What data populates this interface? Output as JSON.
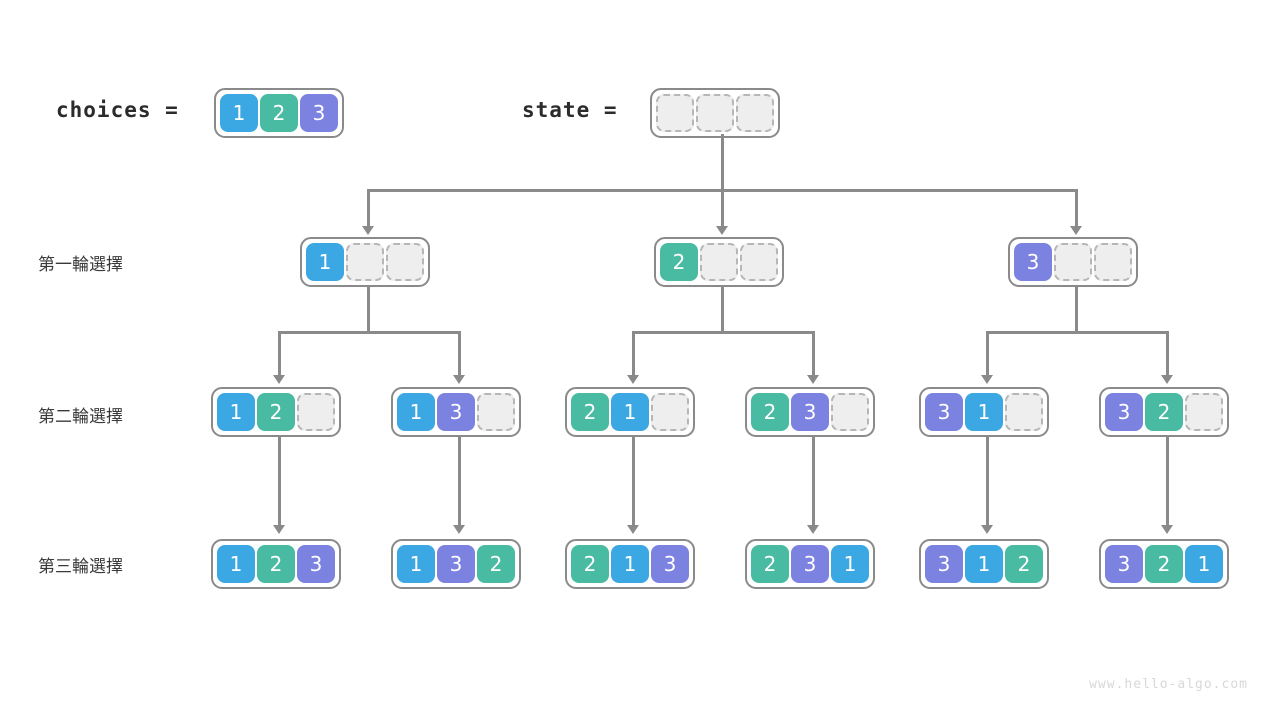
{
  "header": {
    "choices_label": "choices  =",
    "choices_values": [
      "1",
      "2",
      "3"
    ],
    "state_label": "state  =",
    "state_values": [
      "",
      "",
      ""
    ]
  },
  "palette": {
    "one": "#3ba7e3",
    "two": "#49bba2",
    "three": "#7b82e0",
    "empty_fill": "#eeeeee",
    "empty_border": "#b6b6b6",
    "box_border": "#8a8a8a",
    "line": "#8a8a8a",
    "text": "#3a3a3a",
    "watermark": "#d8d8d8"
  },
  "rows": [
    {
      "label": "第一輪選擇",
      "nodes": [
        {
          "values": [
            "1",
            "",
            ""
          ]
        },
        {
          "values": [
            "2",
            "",
            ""
          ]
        },
        {
          "values": [
            "3",
            "",
            ""
          ]
        }
      ]
    },
    {
      "label": "第二輪選擇",
      "nodes": [
        {
          "values": [
            "1",
            "2",
            ""
          ]
        },
        {
          "values": [
            "1",
            "3",
            ""
          ]
        },
        {
          "values": [
            "2",
            "1",
            ""
          ]
        },
        {
          "values": [
            "2",
            "3",
            ""
          ]
        },
        {
          "values": [
            "3",
            "1",
            ""
          ]
        },
        {
          "values": [
            "3",
            "2",
            ""
          ]
        }
      ]
    },
    {
      "label": "第三輪選擇",
      "nodes": [
        {
          "values": [
            "1",
            "2",
            "3"
          ]
        },
        {
          "values": [
            "1",
            "3",
            "2"
          ]
        },
        {
          "values": [
            "2",
            "1",
            "3"
          ]
        },
        {
          "values": [
            "2",
            "3",
            "1"
          ]
        },
        {
          "values": [
            "3",
            "1",
            "2"
          ]
        },
        {
          "values": [
            "3",
            "2",
            "1"
          ]
        }
      ]
    }
  ],
  "watermark": "www.hello-algo.com"
}
